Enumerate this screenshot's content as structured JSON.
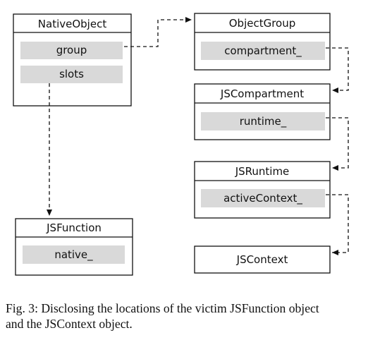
{
  "boxes": {
    "native_object": {
      "title": "NativeObject",
      "fields": [
        "group",
        "slots"
      ]
    },
    "object_group": {
      "title": "ObjectGroup",
      "fields": [
        "compartment_"
      ]
    },
    "js_compartment": {
      "title": "JSCompartment",
      "fields": [
        "runtime_"
      ]
    },
    "js_runtime": {
      "title": "JSRuntime",
      "fields": [
        "activeContext_"
      ]
    },
    "js_context": {
      "title": "JSContext",
      "fields": []
    },
    "js_function": {
      "title": "JSFunction",
      "fields": [
        "native_"
      ]
    }
  },
  "caption": {
    "line1": "Fig. 3: Disclosing the locations of the victim JSFunction object",
    "line2": "and the JSContext object."
  },
  "colors": {
    "field_fill": "#d9d9d9",
    "stroke": "#111111"
  }
}
